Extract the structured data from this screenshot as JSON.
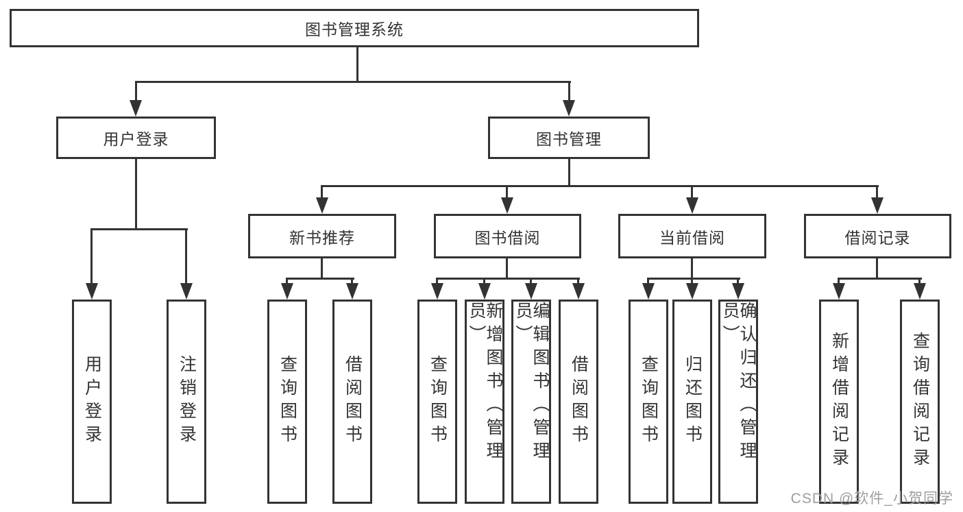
{
  "diagram": {
    "nodes": {
      "root": {
        "label": "图书管理系统"
      },
      "user_login": {
        "label": "用户登录"
      },
      "book_mgmt": {
        "label": "图书管理"
      },
      "new_book": {
        "label": "新书推荐"
      },
      "book_borrow": {
        "label": "图书借阅"
      },
      "current_borrow": {
        "label": "当前借阅"
      },
      "borrow_record": {
        "label": "借阅记录"
      }
    },
    "leaves": {
      "user_login": [
        {
          "label": "用户登录"
        },
        {
          "label": "注销登录"
        }
      ],
      "new_book": [
        {
          "label": "查询图书"
        },
        {
          "label": "借阅图书"
        }
      ],
      "book_borrow": [
        {
          "label": "查询图书"
        },
        {
          "label": "新增图书（管理员）"
        },
        {
          "label": "编辑图书（管理员）"
        },
        {
          "label": "借阅图书"
        }
      ],
      "current_borrow": [
        {
          "label": "查询图书"
        },
        {
          "label": "归还图书"
        },
        {
          "label": "确认归还（管理员）"
        }
      ],
      "borrow_record": [
        {
          "label": "新增借阅记录"
        },
        {
          "label": "查询借阅记录"
        }
      ]
    },
    "colors": {
      "line": "#333333",
      "text": "#333333",
      "background": "#ffffff",
      "watermark": "#9e9e9e"
    },
    "watermark": "CSDN @软件_小贺同学"
  }
}
